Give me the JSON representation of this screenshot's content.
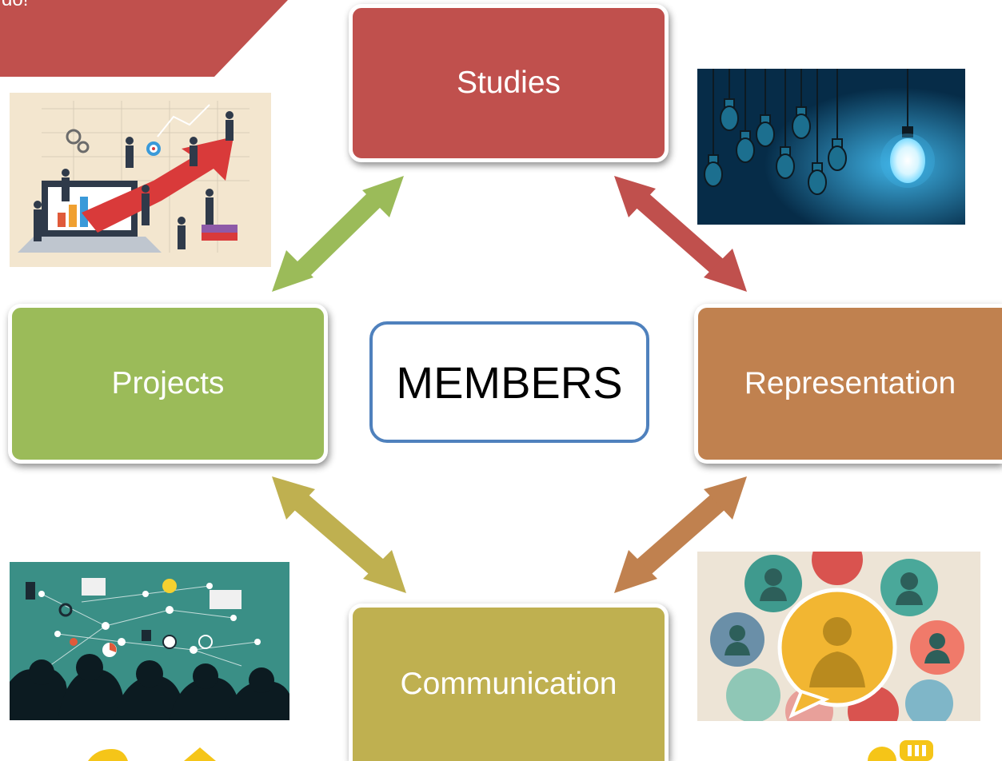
{
  "banner": {
    "text": "do!",
    "color": "#C0504D"
  },
  "center": {
    "label": "MEMBERS",
    "border_color": "#4F81BD"
  },
  "nodes": {
    "studies": {
      "label": "Studies",
      "color": "#C0504D"
    },
    "projects": {
      "label": "Projects",
      "color": "#9BBB59"
    },
    "representation": {
      "label": "Representation",
      "color": "#C0814F"
    },
    "communication": {
      "label": "Communication",
      "color": "#BFB050"
    }
  },
  "arrows": [
    {
      "from": "Projects",
      "to": "Studies",
      "color": "#9BBB59"
    },
    {
      "from": "Studies",
      "to": "Representation",
      "color": "#C0504D"
    },
    {
      "from": "Projects",
      "to": "Communication",
      "color": "#BFB050"
    },
    {
      "from": "Representation",
      "to": "Communication",
      "color": "#C0814F"
    }
  ],
  "illustrations": {
    "top_left": "business-growth-illustration",
    "top_right": "light-bulbs-photo",
    "bottom_left": "network-ideas-illustration",
    "bottom_right": "people-speech-bubbles-illustration"
  }
}
